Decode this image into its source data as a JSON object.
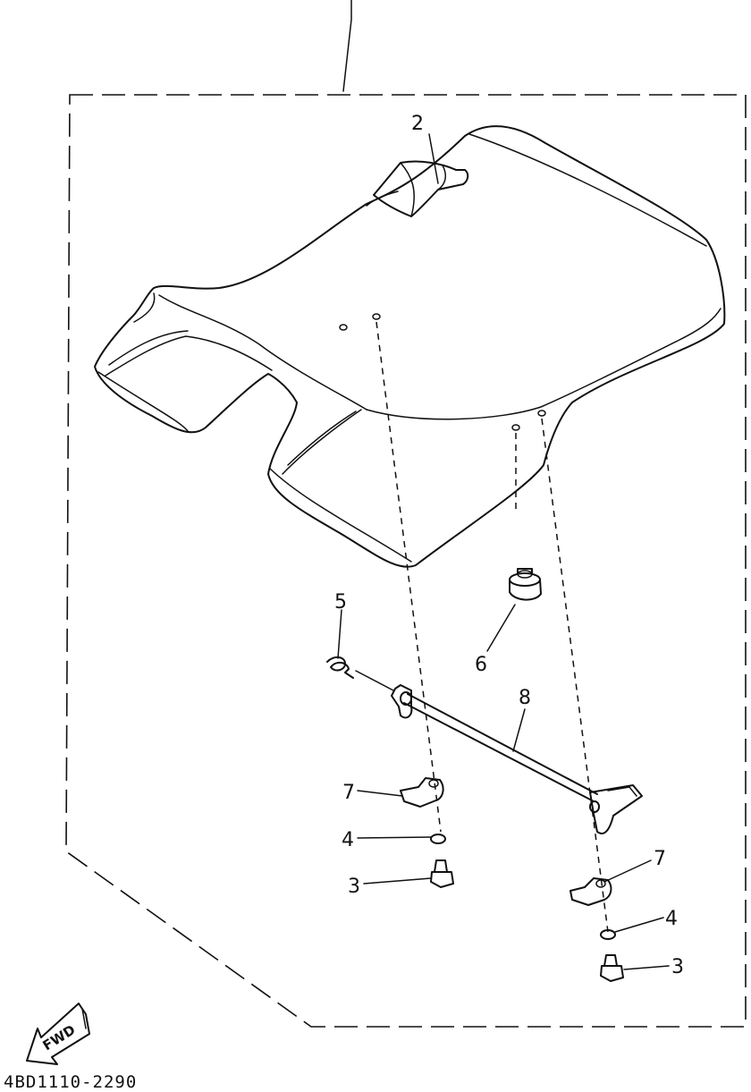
{
  "diagram": {
    "part_labels": {
      "seat_lock_bar": "2",
      "bolt_left": "3",
      "bolt_right": "3",
      "washer_left": "4",
      "washer_right": "4",
      "spring_clip": "5",
      "damper": "6",
      "bracket_left": "7",
      "bracket_right": "7",
      "shaft": "8"
    },
    "fwd_label": "FWD",
    "drawing_code": "4BD1110-2290"
  }
}
